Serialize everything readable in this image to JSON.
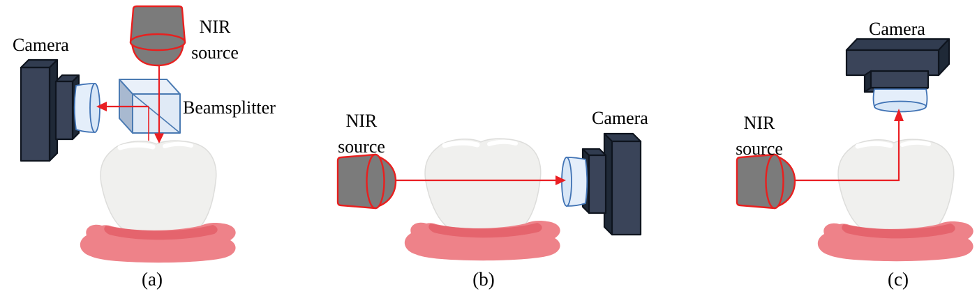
{
  "figure": {
    "panels": [
      {
        "caption": "(a)",
        "camera_label": "Camera",
        "nir_label_line1": "NIR",
        "nir_label_line2": "source",
        "beamsplitter_label": "Beamsplitter"
      },
      {
        "caption": "(b)",
        "camera_label": "Camera",
        "nir_label_line1": "NIR",
        "nir_label_line2": "source"
      },
      {
        "caption": "(c)",
        "camera_label": "Camera",
        "nir_label_line1": "NIR",
        "nir_label_line2": "source"
      }
    ],
    "colors": {
      "background": "#ffffff",
      "label-color": "#000000",
      "beam-red": "#ea1f23",
      "camera-front": "#3a4459",
      "camera-top": "#313c50",
      "camera-side": "#1f2937",
      "camera-outline": "#0e141e",
      "lens-fill": "#e4eefa",
      "lens-rim": "#d8e7f7",
      "lens-stroke": "#3f72b4",
      "bs-front": "#e0eaf6",
      "bs-top": "#e9f0f9",
      "bs-side": "#a8b9d0",
      "bs-stroke": "#4a7ab2",
      "nir-fill": "#7b7b7b",
      "nir-stroke": "#e8201f",
      "tooth-fill": "#f0f0ee",
      "tooth-stroke": "#dddddb",
      "tooth-shade": "#e2e2e0",
      "gum-fill": "#ee8289",
      "gum-shade": "#e5646d"
    }
  }
}
